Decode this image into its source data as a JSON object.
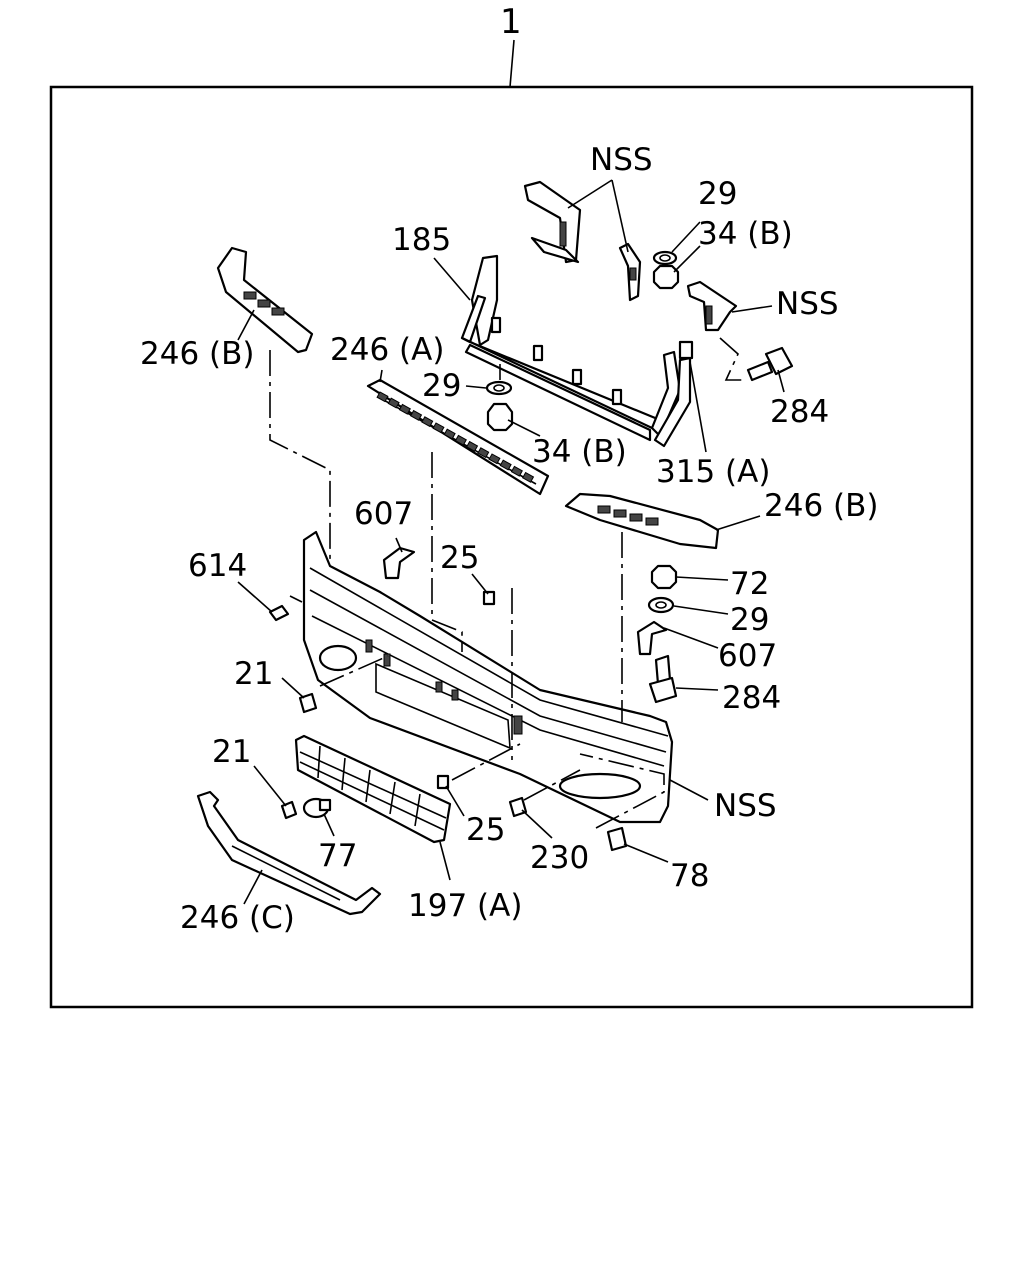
{
  "diagram": {
    "assembly_number": "1",
    "callouts": {
      "nss_top": "NSS",
      "nss_right": "NSS",
      "nss_lower": "NSS",
      "p29_top": "29",
      "p34b_top": "34 (B)",
      "p185": "185",
      "p284_top": "284",
      "p246b_left": "246 (B)",
      "p246a": "246 (A)",
      "p29_mid": "29",
      "p34b_mid": "34 (B)",
      "p315a": "315 (A)",
      "p246b_right": "246 (B)",
      "p607_left": "607",
      "p614": "614",
      "p25_upper": "25",
      "p72": "72",
      "p29_right": "29",
      "p607_right": "607",
      "p284_right": "284",
      "p21_upper": "21",
      "p21_lower": "21",
      "p77": "77",
      "p25_lower": "25",
      "p230": "230",
      "p78": "78",
      "p197a": "197 (A)",
      "p246c": "246 (C)"
    }
  }
}
